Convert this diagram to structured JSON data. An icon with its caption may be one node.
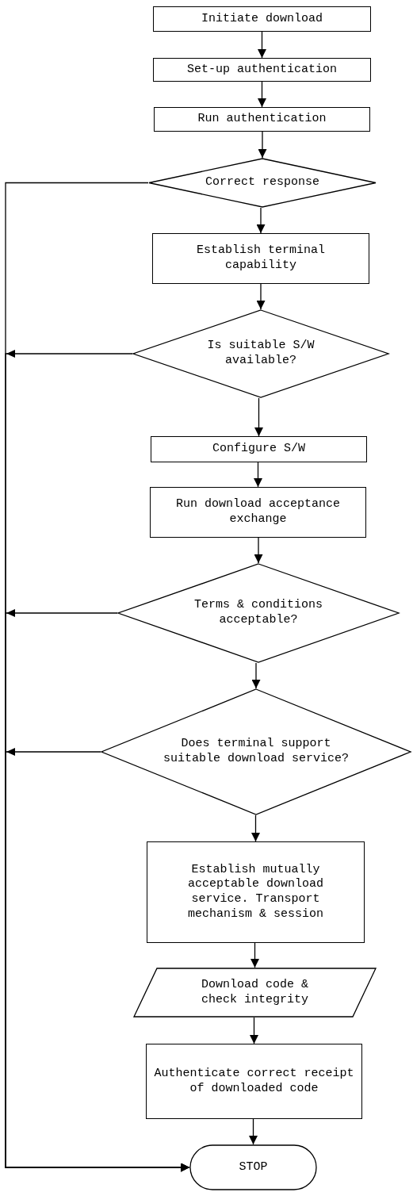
{
  "diagram": {
    "nodes": [
      {
        "text": [
          "Initiate download"
        ]
      },
      {
        "text": [
          "Set-up authentication"
        ]
      },
      {
        "text": [
          "Run authentication"
        ]
      },
      {
        "text": [
          "Correct response"
        ]
      },
      {
        "text": [
          "Establish terminal capability"
        ]
      },
      {
        "text": [
          "Is suitable S/W available?"
        ]
      },
      {
        "text": [
          "Configure S/W"
        ]
      },
      {
        "text": [
          "Run download acceptance exchange"
        ]
      },
      {
        "text": [
          "Terms & conditions acceptable?"
        ]
      },
      {
        "text": [
          "Does terminal support suitable download service?"
        ]
      },
      {
        "text": [
          "Establish mutually acceptable download service. Transport mechanism & session"
        ]
      },
      {
        "text": [
          "Download code & check integrity"
        ]
      },
      {
        "text": [
          "Authenticate correct receipt of downloaded code"
        ]
      },
      {
        "text": [
          "STOP"
        ]
      }
    ],
    "edges": [
      {
        "from": 0,
        "to": 1,
        "arrow": "to"
      },
      {
        "from": 1,
        "to": 2,
        "arrow": "to"
      },
      {
        "from": 2,
        "to": 3,
        "arrow": "to"
      },
      {
        "from": 3,
        "to": 4,
        "arrow": "to"
      },
      {
        "from": 4,
        "to": 5,
        "arrow": "to"
      },
      {
        "from": 5,
        "to": 6,
        "arrow": "to"
      },
      {
        "from": 6,
        "to": 7,
        "arrow": "to"
      },
      {
        "from": 7,
        "to": 8,
        "arrow": "to"
      },
      {
        "from": 8,
        "to": 9,
        "arrow": "to"
      },
      {
        "from": 9,
        "to": 10,
        "arrow": "to"
      },
      {
        "from": 10,
        "to": 11,
        "arrow": "to"
      },
      {
        "from": 11,
        "to": 12,
        "arrow": "to"
      },
      {
        "from": 12,
        "to": 13,
        "arrow": "to"
      },
      {
        "from": 3,
        "to": 13,
        "arrow": "to"
      },
      {
        "from": 5,
        "to": 13,
        "arrow": "to"
      },
      {
        "from": 8,
        "to": 13,
        "arrow": "to"
      },
      {
        "from": 9,
        "to": 13,
        "arrow": "to"
      }
    ]
  }
}
